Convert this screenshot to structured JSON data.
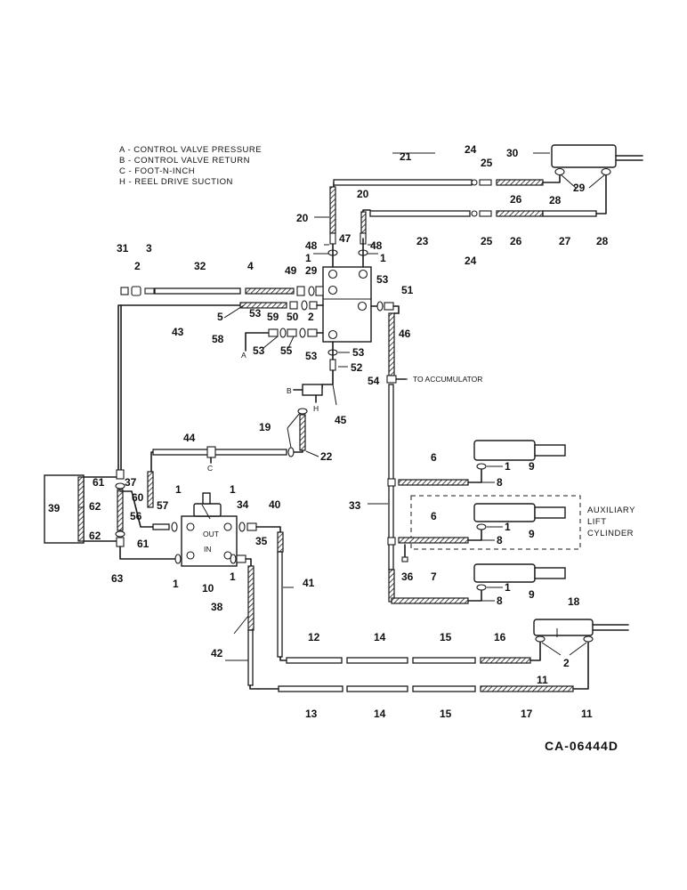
{
  "legend": [
    "A - CONTROL VALVE PRESSURE",
    "B - CONTROL VALVE RETURN",
    "C - FOOT-N-INCH",
    "H - REEL DRIVE SUCTION"
  ],
  "labels": {
    "to_accumulator": "TO ACCUMULATOR",
    "auxiliary": "AUXILIARY",
    "lift": "LIFT",
    "cylinder": "CYLINDER",
    "drawing_code": "CA-06444D",
    "port_a": "A",
    "port_b": "B",
    "port_c": "C",
    "port_h": "H",
    "valve_out": "OUT",
    "valve_in": "IN"
  },
  "callouts": [
    "1",
    "2",
    "3",
    "4",
    "5",
    "6",
    "7",
    "8",
    "9",
    "10",
    "11",
    "12",
    "13",
    "14",
    "15",
    "16",
    "17",
    "18",
    "19",
    "20",
    "21",
    "22",
    "23",
    "24",
    "25",
    "26",
    "27",
    "28",
    "29",
    "30",
    "31",
    "32",
    "33",
    "34",
    "35",
    "36",
    "37",
    "38",
    "39",
    "40",
    "41",
    "42",
    "43",
    "44",
    "45",
    "46",
    "47",
    "48",
    "49",
    "50",
    "51",
    "52",
    "53",
    "54",
    "55",
    "56",
    "57",
    "58",
    "59",
    "60",
    "61",
    "62",
    "63"
  ]
}
